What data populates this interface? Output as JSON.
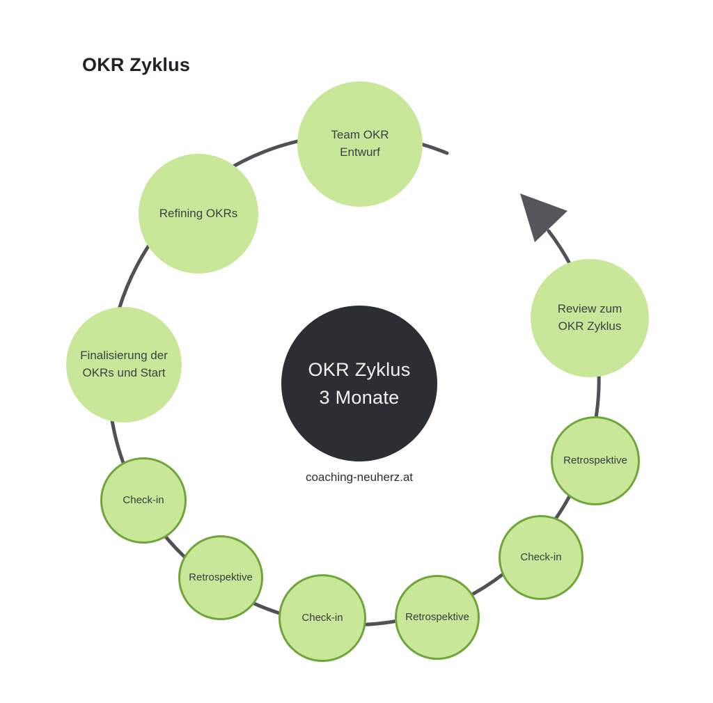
{
  "title": "OKR Zyklus",
  "center": {
    "line1": "OKR Zyklus",
    "line2": "3 Monate"
  },
  "footer": "coaching-neuherz.at",
  "stages": [
    {
      "label": "Team OKR Entwurf",
      "lines": [
        "Team OKR",
        "Entwurf"
      ],
      "type": "major"
    },
    {
      "label": "Refining OKRs",
      "lines": [
        "Refining OKRs"
      ],
      "type": "major"
    },
    {
      "label": "Finalisierung der OKRs und Start",
      "lines": [
        "Finalisierung der",
        "OKRs und Start"
      ],
      "type": "major"
    },
    {
      "label": "Check-in",
      "lines": [
        "Check-in"
      ],
      "type": "minor"
    },
    {
      "label": "Retrospektive",
      "lines": [
        "Retrospektive"
      ],
      "type": "minor"
    },
    {
      "label": "Check-in",
      "lines": [
        "Check-in"
      ],
      "type": "minor"
    },
    {
      "label": "Retrospektive",
      "lines": [
        "Retrospektive"
      ],
      "type": "minor"
    },
    {
      "label": "Check-in",
      "lines": [
        "Check-in"
      ],
      "type": "minor"
    },
    {
      "label": "Retrospektive",
      "lines": [
        "Retrospektive"
      ],
      "type": "minor"
    },
    {
      "label": "Review zum OKR Zyklus",
      "lines": [
        "Review zum",
        "OKR Zyklus"
      ],
      "type": "major"
    }
  ],
  "cycle": {
    "direction": "counterclockwise",
    "duration_label": "3 Monate"
  },
  "colors": {
    "stage_fill": "#c8e798",
    "stage_border": "#6fa63a",
    "center_fill": "#2b2e33",
    "center_text": "#f5f3ee",
    "ring": "#505156",
    "arrow": "#55565b",
    "title_text": "#1e2126",
    "label_text": "#3c4046",
    "background": "#ffffff"
  }
}
